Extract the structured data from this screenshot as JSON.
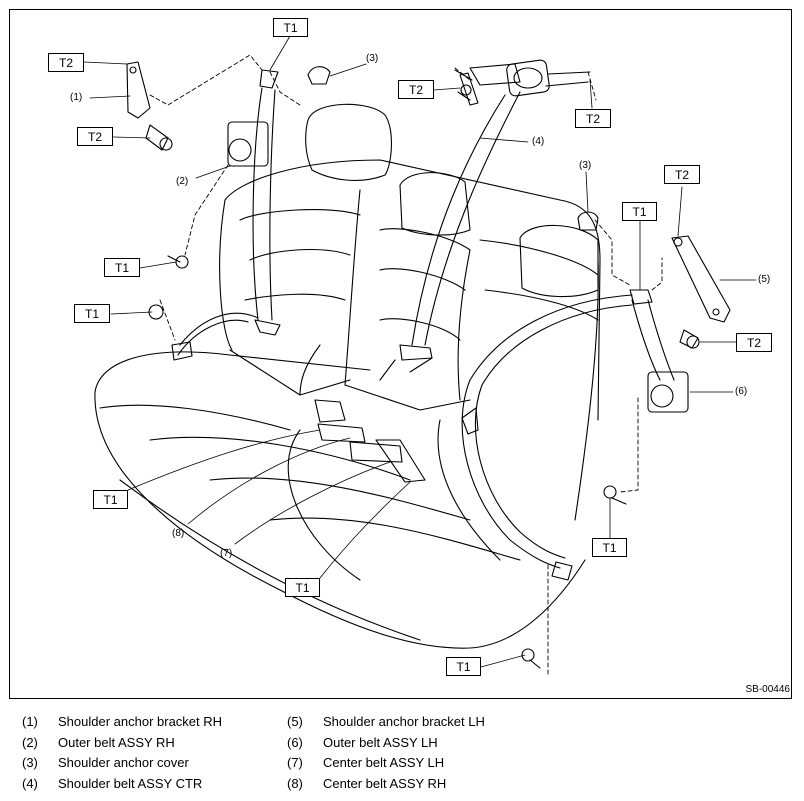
{
  "figure_code": "SB-00446",
  "torque_tags": {
    "t1": "T1",
    "t2": "T2"
  },
  "callouts": [
    "(1)",
    "(2)",
    "(3)",
    "(4)",
    "(5)",
    "(6)",
    "(7)",
    "(8)"
  ],
  "legend": [
    {
      "num": "(1)",
      "text": "Shoulder anchor bracket RH"
    },
    {
      "num": "(2)",
      "text": "Outer belt ASSY RH"
    },
    {
      "num": "(3)",
      "text": "Shoulder anchor cover"
    },
    {
      "num": "(4)",
      "text": "Shoulder belt ASSY CTR"
    },
    {
      "num": "(5)",
      "text": "Shoulder anchor bracket LH"
    },
    {
      "num": "(6)",
      "text": "Outer belt ASSY LH"
    },
    {
      "num": "(7)",
      "text": "Center belt ASSY LH"
    },
    {
      "num": "(8)",
      "text": "Center belt ASSY RH"
    }
  ]
}
